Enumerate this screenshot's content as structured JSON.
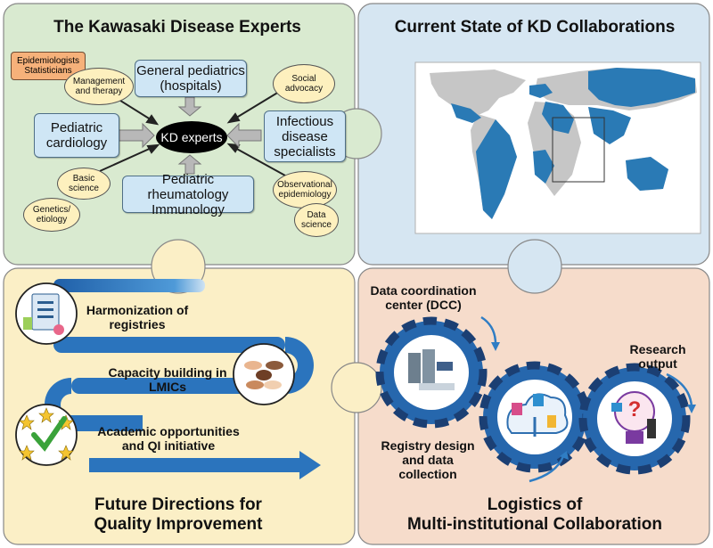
{
  "panels": {
    "experts": {
      "title": "The Kawasaki Disease Experts",
      "center": "KD experts",
      "boxes": {
        "general_pediatrics": "General pediatrics (hospitals)",
        "pediatric_cardiology": "Pediatric cardiology",
        "infectious_disease": "Infectious disease specialists",
        "rheumatology": "Pediatric rheumatology Immunology"
      },
      "ovals": {
        "management": "Management and therapy",
        "social": "Social advocacy",
        "basic_science": "Basic science",
        "genetics": "Genetics/ etiology",
        "observational": "Observational epidemiology",
        "data_science": "Data science"
      },
      "tag": "Epidemiologists Statisticians"
    },
    "collaborations": {
      "title": "Current State of KD Collaborations"
    },
    "future": {
      "title_line1": "Future Directions for",
      "title_line2": "Quality Improvement",
      "items": {
        "registries": "Harmonization of registries",
        "capacity": "Capacity building in LMICs",
        "academic": "Academic opportunities and QI initiative"
      }
    },
    "logistics": {
      "title_line1": "Logistics of",
      "title_line2": "Multi-institutional Collaboration",
      "dcc": "Data coordination center (DCC)",
      "registry": "Registry design and data collection",
      "research": "Research output"
    }
  },
  "colors": {
    "experts_bg": "#d9ead0",
    "collab_bg": "#d6e6f2",
    "future_bg": "#fbefc6",
    "logistics_bg": "#f6dccb",
    "gear": "#2667ad",
    "arrow": "#2f7dc4"
  }
}
